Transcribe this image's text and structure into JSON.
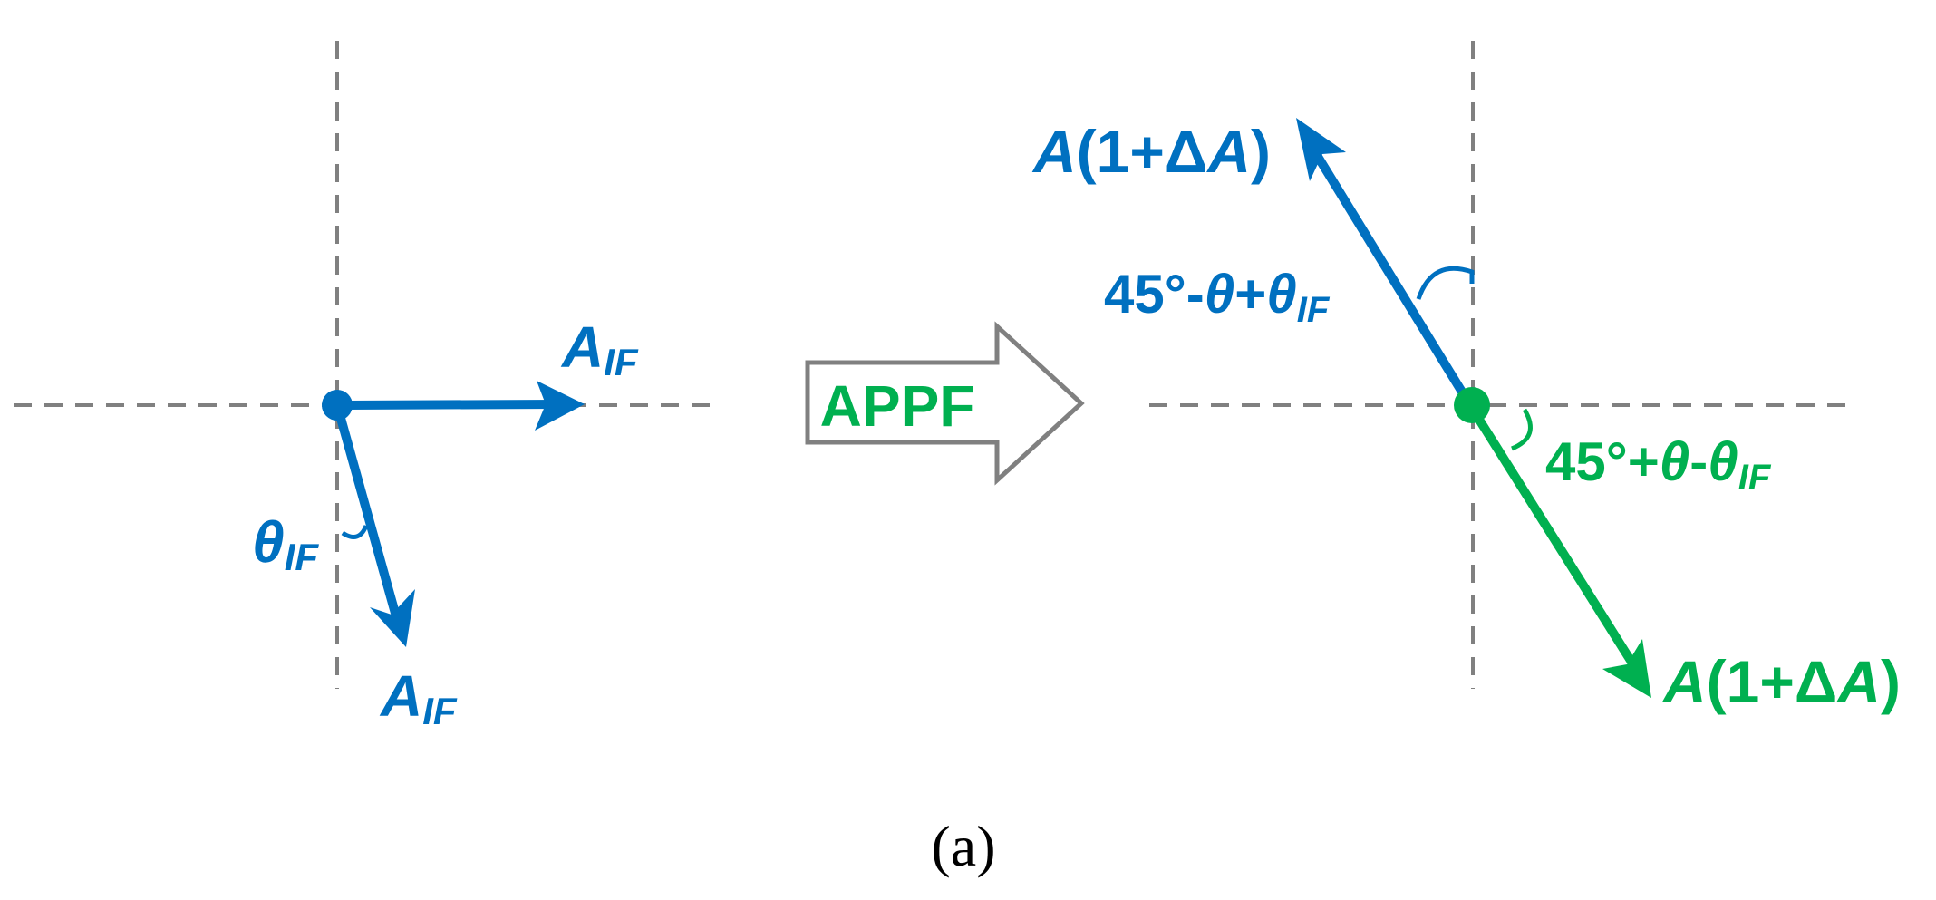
{
  "colors": {
    "blue": "#0070c0",
    "green": "#00b050",
    "axis": "#808080",
    "caption": "#000000"
  },
  "left_diagram": {
    "vector_horizontal_label": {
      "main": "A",
      "sub": "IF"
    },
    "vector_down_label": {
      "main": "A",
      "sub": "IF"
    },
    "angle_label": {
      "main": "θ",
      "sub": "IF"
    }
  },
  "transform_arrow": {
    "label": "APPF"
  },
  "right_diagram": {
    "blue_vector_label": {
      "a": "A",
      "b": "(1+Δ",
      "c": "A",
      "d": ")"
    },
    "blue_angle_label": {
      "a": "45°-",
      "b": "θ",
      "c": "+",
      "d": "θ",
      "sub": "IF"
    },
    "green_vector_label": {
      "a": "A",
      "b": "(1+Δ",
      "c": "A",
      "d": ")"
    },
    "green_angle_label": {
      "a": "45°+",
      "b": "θ",
      "c": "-",
      "d": "θ",
      "sub": "IF"
    }
  },
  "caption": "(a)"
}
